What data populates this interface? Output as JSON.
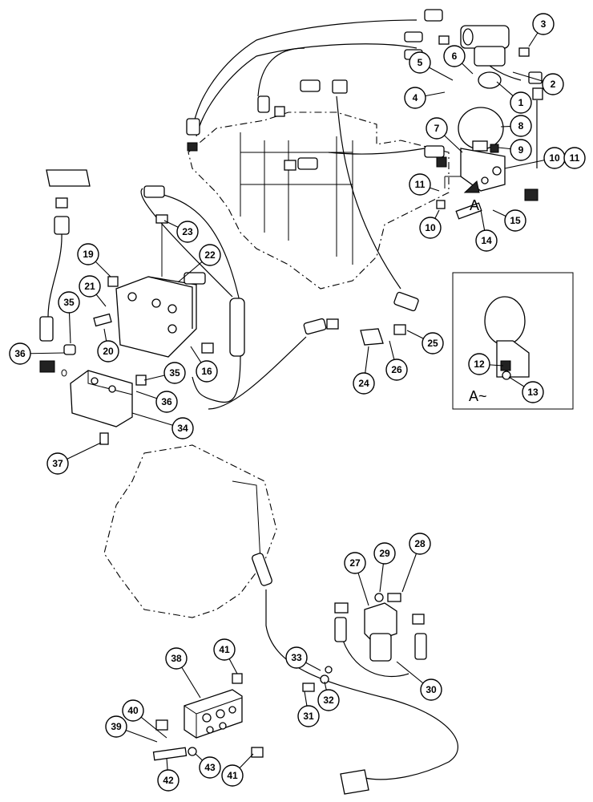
{
  "diagram": {
    "callouts": [
      "1",
      "2",
      "3",
      "4",
      "5",
      "6",
      "7",
      "8",
      "9",
      "10",
      "11",
      "12",
      "13",
      "14",
      "15",
      "16",
      "19",
      "20",
      "21",
      "22",
      "23",
      "24",
      "25",
      "26",
      "27",
      "28",
      "29",
      "30",
      "31",
      "32",
      "33",
      "34",
      "35",
      "36",
      "37",
      "38",
      "39",
      "40",
      "41",
      "42",
      "43"
    ],
    "view_marker": "A",
    "inset_label": "A~"
  }
}
